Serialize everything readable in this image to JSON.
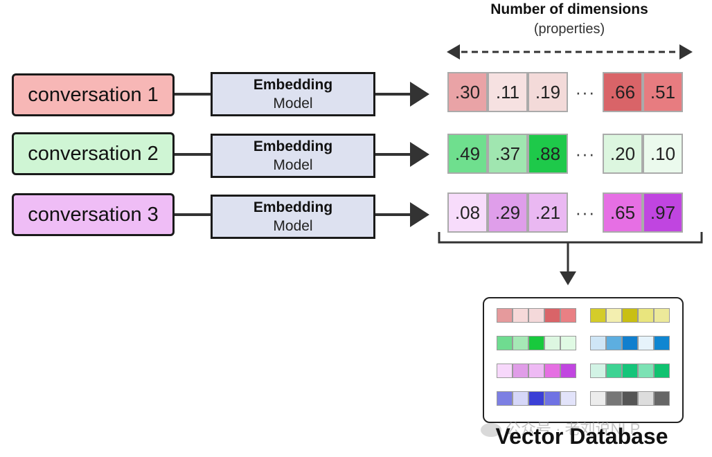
{
  "header": {
    "title": "Number of dimensions",
    "subtitle": "(properties)"
  },
  "rows": [
    {
      "conversation": "conversation 1",
      "conv_bg": "#f7b7b6",
      "model_line1": "Embedding",
      "model_line2": "Model",
      "left_values": [
        ".30",
        ".11",
        ".19"
      ],
      "left_colors": [
        "#e9a3a6",
        "#f6e1e1",
        "#f3dad9"
      ],
      "right_values": [
        ".66",
        ".51"
      ],
      "right_colors": [
        "#d96468",
        "#e77c80"
      ]
    },
    {
      "conversation": "conversation 2",
      "conv_bg": "#cff5d4",
      "model_line1": "Embedding",
      "model_line2": "Model",
      "left_values": [
        ".49",
        ".37",
        ".88"
      ],
      "left_colors": [
        "#6fdf8e",
        "#a0e6b0",
        "#1ec94a"
      ],
      "right_values": [
        ".20",
        ".10"
      ],
      "right_colors": [
        "#dcf6df",
        "#ebfaed"
      ]
    },
    {
      "conversation": "conversation 3",
      "conv_bg": "#efbdf6",
      "model_line1": "Embedding",
      "model_line2": "Model",
      "left_values": [
        ".08",
        ".29",
        ".21"
      ],
      "left_colors": [
        "#f7dcfb",
        "#df9eea",
        "#eab8f2"
      ],
      "right_values": [
        ".65",
        ".97"
      ],
      "right_colors": [
        "#e66fe4",
        "#c045e0"
      ]
    }
  ],
  "ellipsis": "···",
  "database": {
    "label": "Vector Database",
    "rows": [
      [
        [
          "#e59a9c",
          "#f6d9d9",
          "#f4d9da",
          "#d96468",
          "#e98084"
        ],
        [
          "#d4cc2a",
          "#f3efb0",
          "#c9bf14",
          "#e9e57e",
          "#ece99a"
        ]
      ],
      [
        [
          "#6fdc90",
          "#a6e8b6",
          "#18c93d",
          "#ddf7e1",
          "#e0fae4"
        ],
        [
          "#cfe6f6",
          "#5daee0",
          "#117fce",
          "#e6f3fb",
          "#0f86d1"
        ]
      ],
      [
        [
          "#f7d8fb",
          "#e09de8",
          "#eebaf4",
          "#e56fe2",
          "#c146e0"
        ],
        [
          "#d2f3e5",
          "#3ed393",
          "#15c57a",
          "#7ce2b4",
          "#10c270"
        ]
      ],
      [
        [
          "#7c7fe3",
          "#d6d7f8",
          "#3b3fd6",
          "#6f72e3",
          "#e2e3fa"
        ],
        [
          "#ececec",
          "#777777",
          "#555555",
          "#dddddd",
          "#666666"
        ]
      ]
    ]
  },
  "watermark": "公众号 · 老刘说NLP"
}
